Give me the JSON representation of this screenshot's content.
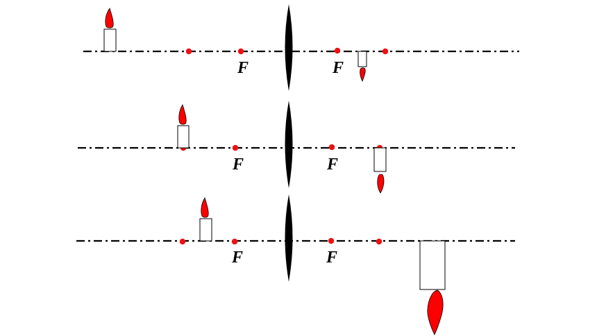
{
  "colors": {
    "axis": "#000000",
    "lens": "#000000",
    "point": "#ee1111",
    "flame": "#ff0000",
    "candle_body": "#ffffff"
  },
  "rows": [
    {
      "name": "row-1",
      "focus_labels": [
        "F",
        "F"
      ],
      "object": "candle-upright",
      "image": "candle-inverted-small"
    },
    {
      "name": "row-2",
      "focus_labels": [
        "F",
        "F"
      ],
      "object": "candle-upright",
      "image": "candle-inverted-same-size"
    },
    {
      "name": "row-3",
      "focus_labels": [
        "F",
        "F"
      ],
      "object": "candle-upright",
      "image": "candle-inverted-large"
    }
  ]
}
